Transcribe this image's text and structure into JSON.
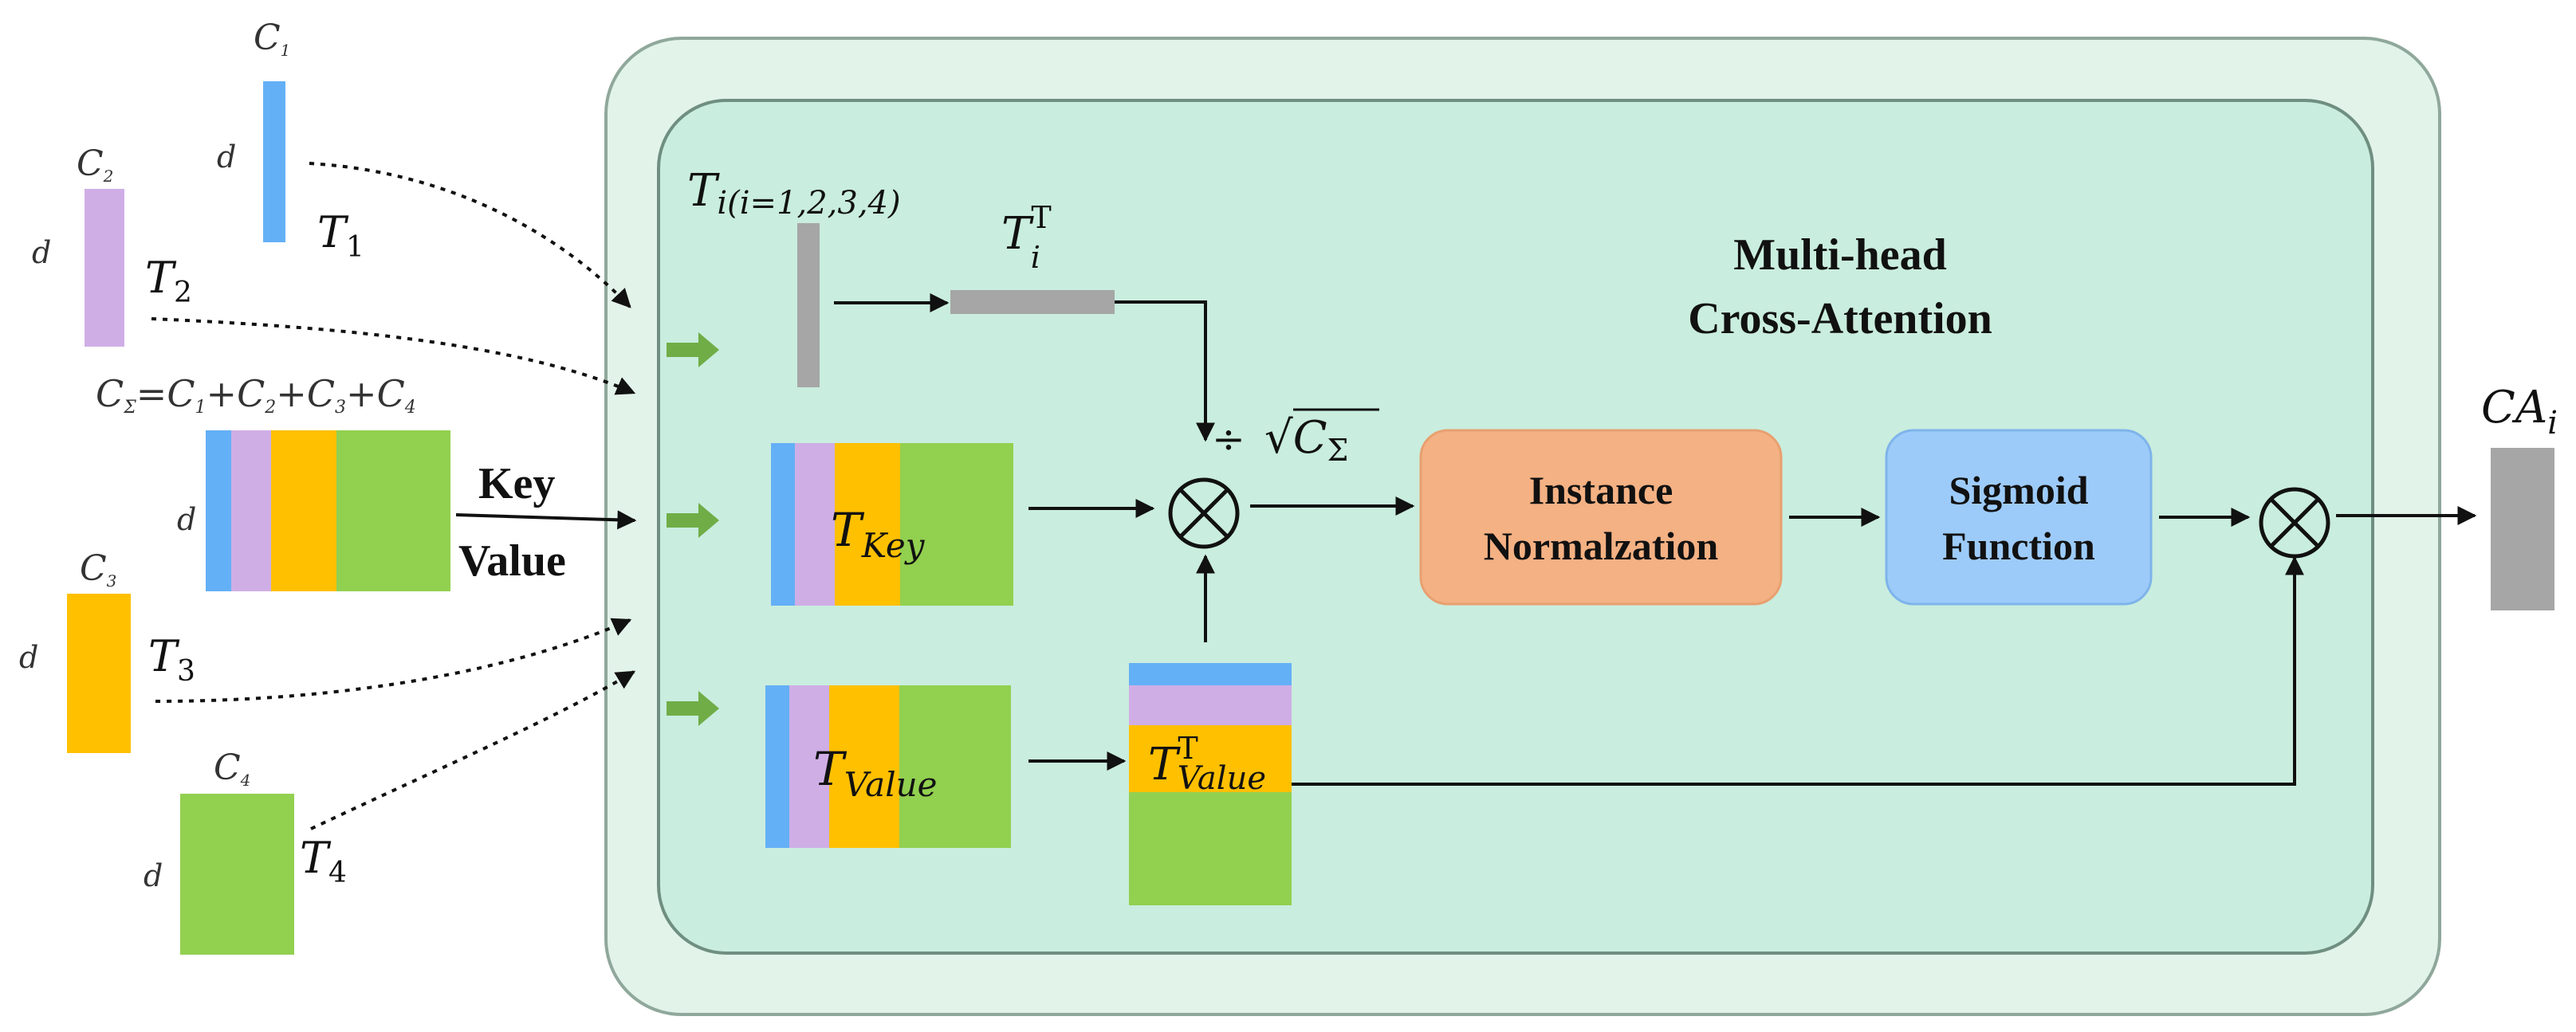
{
  "colors": {
    "blue": "#64B0F6",
    "lilac": "#CFAEE6",
    "yellow": "#FFC000",
    "green": "#92D050",
    "gray": "#A6A6A6",
    "outer_fill": "#E2F3EA",
    "inner_fill": "#C9EDDE",
    "instance_fill": "#F4B183",
    "sigmoid_fill": "#9DCBF9",
    "arrow_green": "#70AD47"
  },
  "inputs": {
    "t1": {
      "channel": "C",
      "channel_sub": "1",
      "dim": "d",
      "token": "T",
      "token_sub": "1"
    },
    "t2": {
      "channel": "C",
      "channel_sub": "2",
      "dim": "d",
      "token": "T",
      "token_sub": "2"
    },
    "t3": {
      "channel": "C",
      "channel_sub": "3",
      "dim": "d",
      "token": "T",
      "token_sub": "3"
    },
    "t4": {
      "channel": "C",
      "channel_sub": "4",
      "dim": "d",
      "token": "T",
      "token_sub": "4"
    }
  },
  "concat": {
    "formula_lhs": "C",
    "formula_lhs_sub": "Σ",
    "formula_parts": [
      {
        "sym": "C",
        "sub": "1"
      },
      {
        "sym": "C",
        "sub": "2"
      },
      {
        "sym": "C",
        "sub": "3"
      },
      {
        "sym": "C",
        "sub": "4"
      }
    ],
    "dim": "d",
    "key_label": "Key",
    "value_label": "Value"
  },
  "attention": {
    "title_line1": "Multi-head",
    "title_line2": "Cross-Attention",
    "ti_label": "T",
    "ti_sub": "i(i=1,2,3,4)",
    "ti_transpose": "T",
    "ti_transpose_sub": "i",
    "ti_transpose_sup": "T",
    "tkey": "T",
    "tkey_sub": "Key",
    "tvalue": "T",
    "tvalue_sub": "Value",
    "tvalue_t": "T",
    "tvalue_t_sub": "Value",
    "tvalue_t_sup": "T",
    "divide_symbol": "÷",
    "sqrt_symbol": "√",
    "sqrt_arg": "C",
    "sqrt_arg_sub": "Σ",
    "mult_symbol": "⊗"
  },
  "blocks": {
    "instance_line1": "Instance",
    "instance_line2": "Normalzation",
    "sigmoid_line1": "Sigmoid",
    "sigmoid_line2": "Function"
  },
  "output": {
    "label": "CA",
    "label_sub": "i"
  }
}
